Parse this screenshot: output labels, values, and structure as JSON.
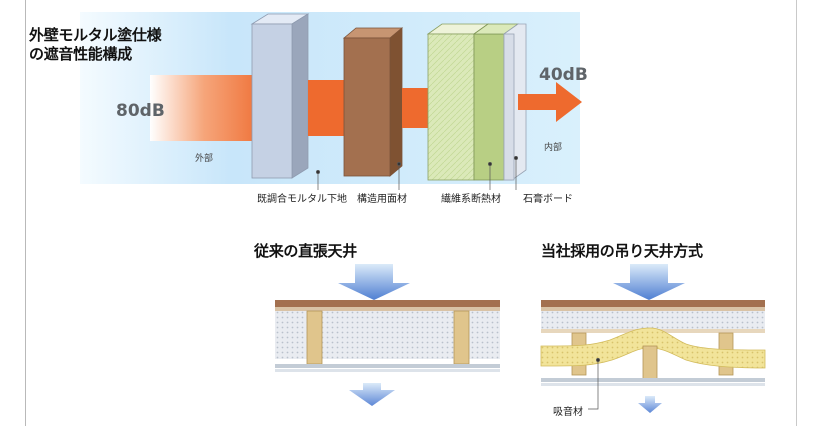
{
  "title": "外壁モルタル塗仕様\nの遮音性能構成",
  "wall": {
    "outside_db": "80dB",
    "inside_db": "40dB",
    "outside_label": "外部",
    "inside_label": "内部",
    "layers": [
      "既調合モルタル下地",
      "構造用面材",
      "繊維系断熱材",
      "石膏ボード"
    ]
  },
  "ceilings": {
    "conventional_title": "従来の直張天井",
    "suspended_title": "当社採用の吊り天井方式",
    "absorber_label": "吸音材"
  },
  "colors": {
    "arrow_orange": "#ee6a2e",
    "sky_blue": "#d6eefc",
    "brick": "#a3704f",
    "glass_green": "#cde0a8",
    "stud": "#e0c58c",
    "insulation_yellow": "#f2e49a"
  }
}
